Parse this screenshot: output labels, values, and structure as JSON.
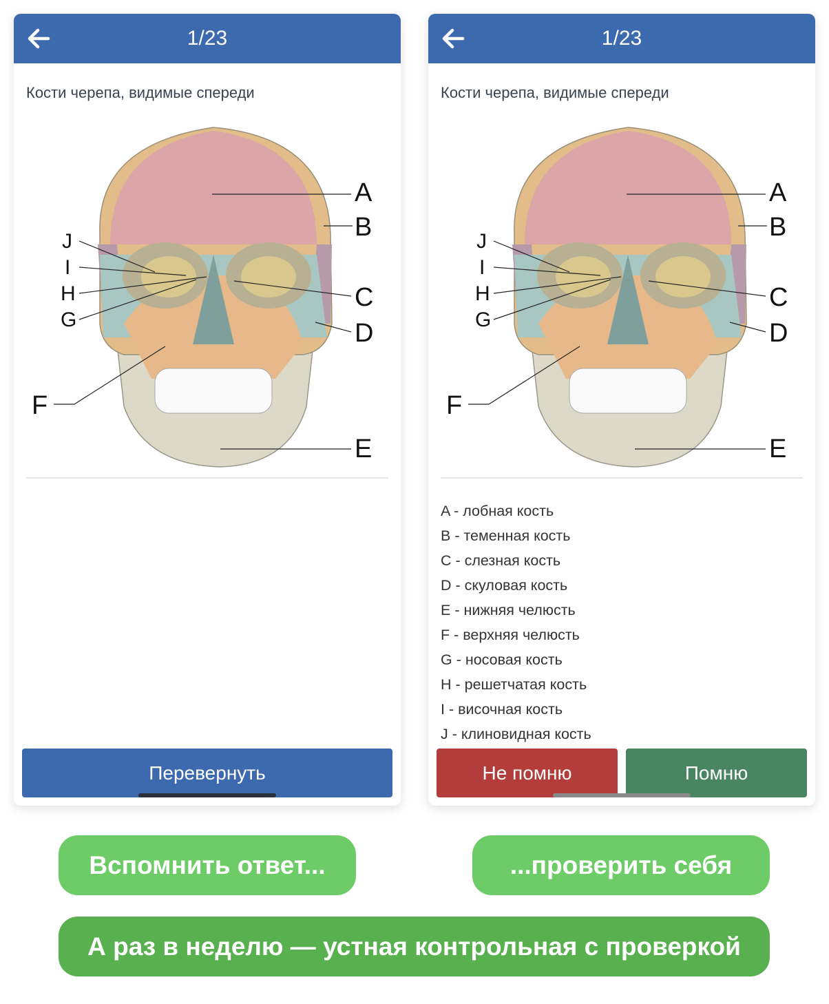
{
  "cards": [
    {
      "counter": "1/23",
      "question": "Кости черепа, видимые спереди",
      "flip_label": "Перевернуть"
    },
    {
      "counter": "1/23",
      "question": "Кости черепа, видимые спереди",
      "forgot_label": "Не помню",
      "remember_label": "Помню",
      "answers": [
        "A - лобная кость",
        "B - теменная кость",
        "C - слезная кость",
        "D - скуловая кость",
        "E - нижняя челюсть",
        "F - верхняя челюсть",
        "G - носовая кость",
        "H - решетчатая кость",
        "I - височная кость",
        "J - клиновидная кость"
      ]
    }
  ],
  "figure_labels": {
    "A": "A",
    "B": "B",
    "C": "C",
    "D": "D",
    "E": "E",
    "F": "F",
    "G": "G",
    "H": "H",
    "I": "I",
    "J": "J"
  },
  "captions": {
    "left": "Вспомнить ответ...",
    "right": "...проверить себя",
    "bottom": "А раз в неделю — устная контрольная с проверкой"
  },
  "colors": {
    "header": "#3d6aae",
    "forgot": "#b33d3b",
    "remember": "#4a8561",
    "pill": "#6dcc67",
    "pill_dark": "#59b04f"
  }
}
